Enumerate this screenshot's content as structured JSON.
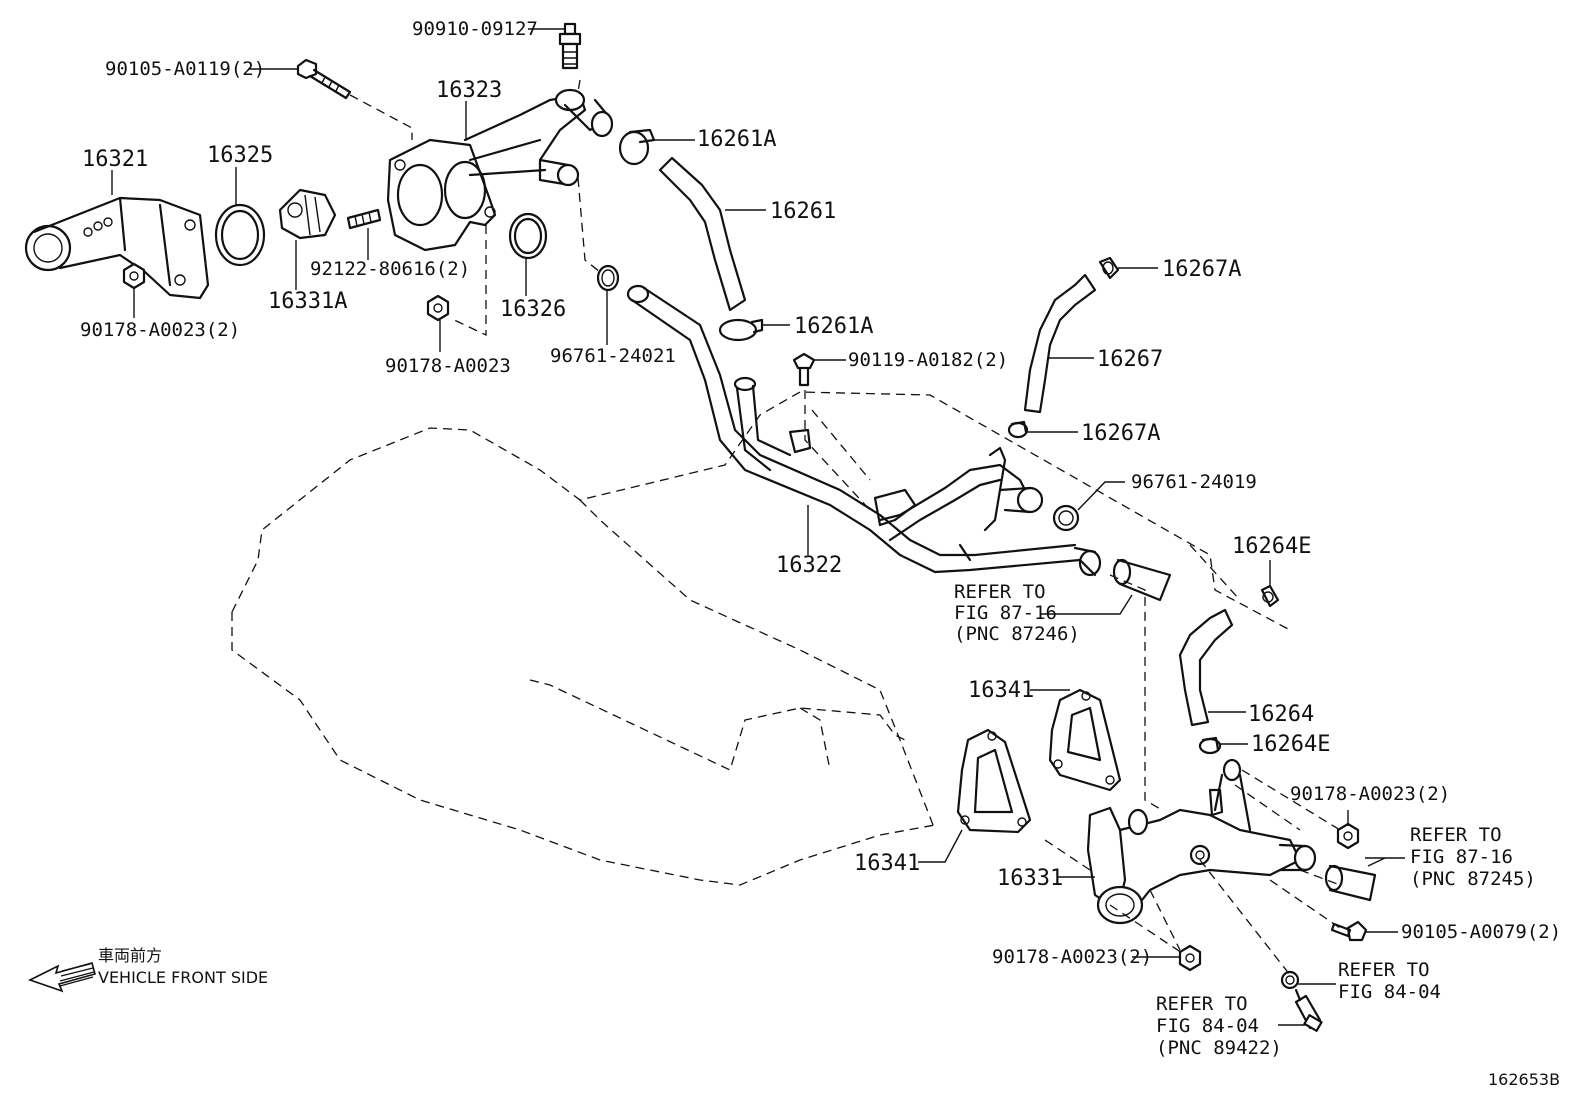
{
  "labels": {
    "p90910": "90910-09127",
    "p90105a": "90105-A0119(2)",
    "p16323": "16323",
    "p16261a_top": "16261A",
    "p16321": "16321",
    "p16325": "16325",
    "p16261": "16261",
    "p92122": "92122-80616(2)",
    "p16331a": "16331A",
    "p16326": "16326",
    "p90178a": "90178-A0023(2)",
    "p90178b": "90178-A0023",
    "p96761a": "96761-24021",
    "p16261a_mid": "16261A",
    "p16267a_top": "16267A",
    "p90119": "90119-A0182(2)",
    "p16267": "16267",
    "p16267a_mid": "16267A",
    "p96761b": "96761-24019",
    "p16264e_top": "16264E",
    "p16322": "16322",
    "p16264": "16264",
    "p16264e_bot": "16264E",
    "p16341_top": "16341",
    "p16341_bot": "16341",
    "p16331": "16331",
    "p90178c": "90178-A0023(2)",
    "p90178d": "90178-A0023(2)",
    "p90105b": "90105-A0079(2)"
  },
  "refs": {
    "r1": [
      "REFER TO",
      "FIG 87-16",
      "(PNC 87246)"
    ],
    "r2": [
      "REFER TO",
      "FIG 87-16",
      "(PNC 87245)"
    ],
    "r3": [
      "REFER TO",
      "FIG 84-04"
    ],
    "r4": [
      "REFER TO",
      "FIG 84-04",
      "(PNC 89422)"
    ]
  },
  "legend": {
    "jp": "車両前方",
    "en": "VEHICLE FRONT SIDE"
  },
  "figure_id": "162653B"
}
